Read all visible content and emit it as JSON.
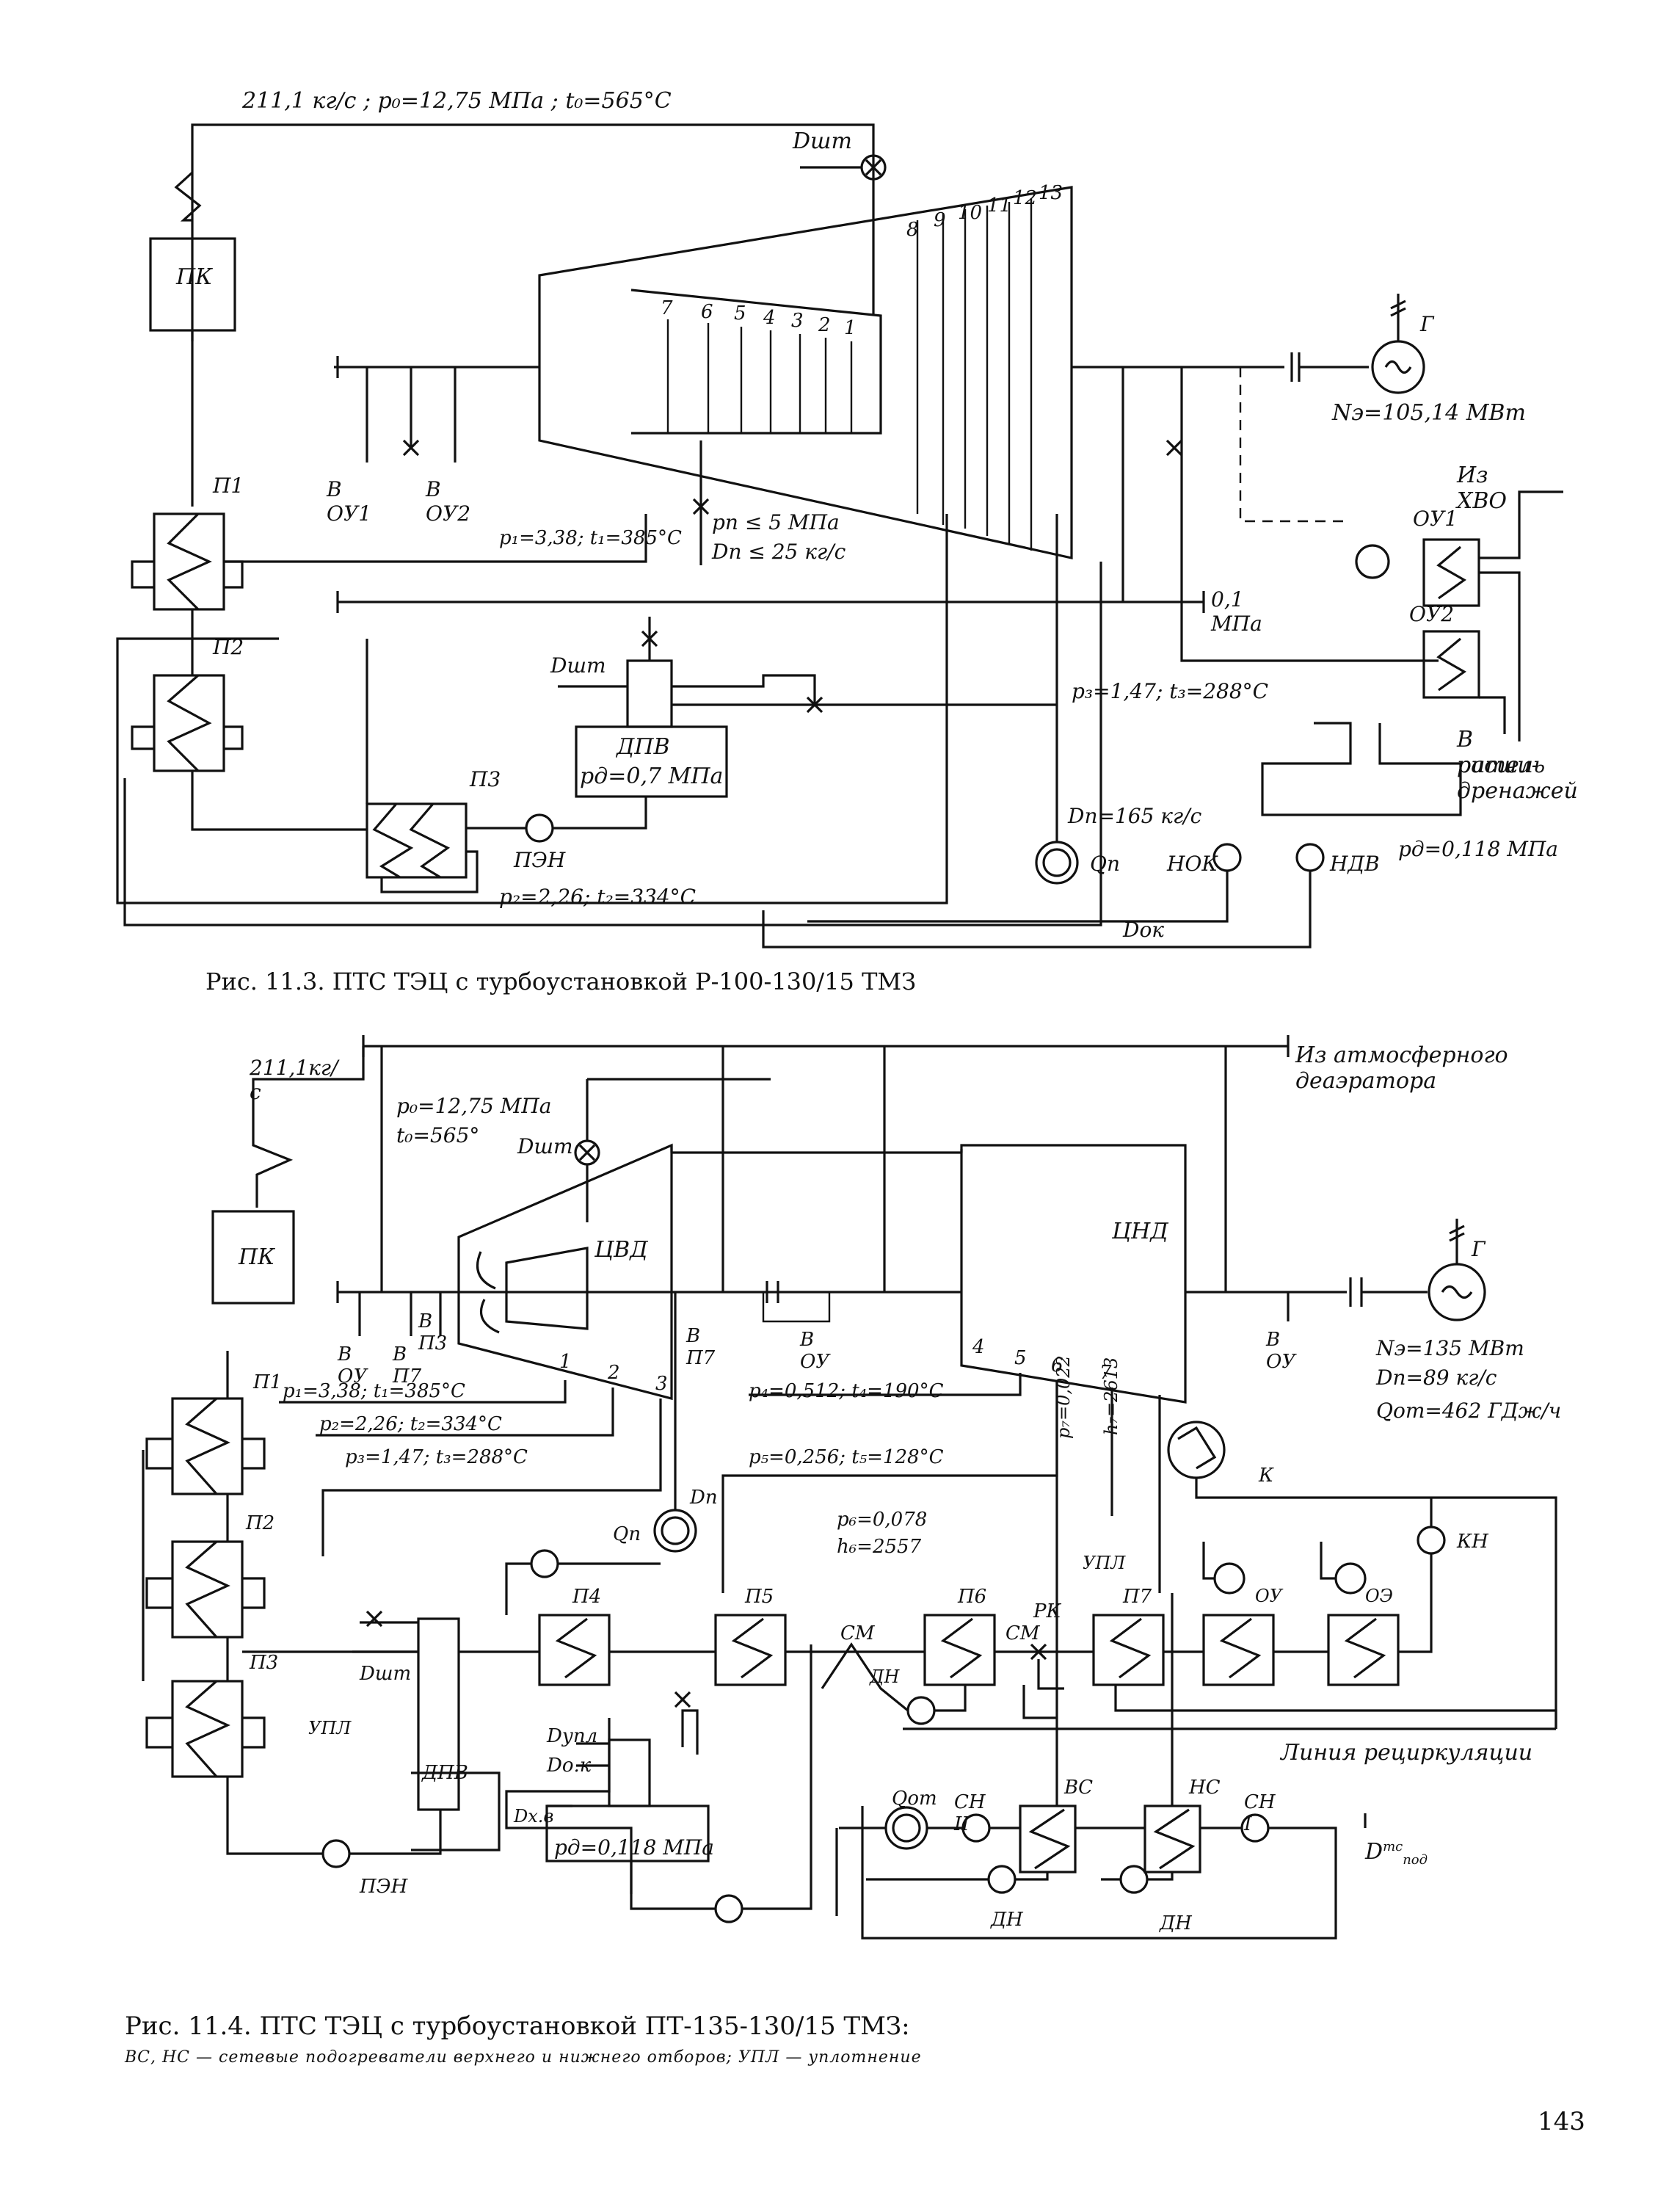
{
  "page_number": "143",
  "fig1": {
    "caption": "Рис. 11.3. ПТС ТЭЦ с турбоустановкой Р-100-130/15 ТМЗ",
    "labels": {
      "steam_main": "211,1 кг/с ;  p₀=12,75 МПа ;  t₀=565°C",
      "d_sht_top": "Dшт",
      "pk": "ПК",
      "p1": "П1",
      "p2": "П2",
      "p3": "П3",
      "stages": [
        "8",
        "9",
        "10",
        "11",
        "12",
        "13"
      ],
      "stages_inner": [
        "7",
        "6",
        "5",
        "4",
        "3",
        "2",
        "1"
      ],
      "v_ou1": "В ОУ1",
      "v_ou2": "В ОУ2",
      "p1_params": "p₁=3,38; t₁=385°C",
      "pp_lim": "pп ≤ 5 МПа",
      "dp_lim": "Dп ≤ 25 кг/с",
      "p01": "0,1 МПа",
      "d_sht": "Dшт",
      "dpv": "ДПВ",
      "pd": "pд=0,7 МПа",
      "pen": "ПЭН",
      "p3_params": "p₃=1,47; t₃=288°C",
      "p2_params": "p₂=2,26; t₂=334°C",
      "dp": "Dп=165 кг/с",
      "qp": "Qп",
      "nok": "НОК",
      "ndv": "НДВ",
      "dok": "Dок",
      "gen": "Г",
      "ne": "Nэ=105,14 МВт",
      "iz_hvo": "Из ХВО",
      "ou1": "ОУ1",
      "ou2": "ОУ2",
      "drain_1": "В расши-",
      "drain_2": "ритель",
      "drain_3": "дренажей",
      "pd2": "pд=0,118 МПа"
    }
  },
  "fig2": {
    "caption": "Рис. 11.4. ПТС ТЭЦ с турбоустановкой ПТ-135-130/15 ТМЗ:",
    "note": "ВС, НС — сетевые подогреватели верхнего и нижнего отборов; УПЛ — уплотнение",
    "labels": {
      "flow": "211,1кг/с",
      "p0": "p₀=12,75 МПа",
      "t0": "t₀=565°",
      "d_sht": "Dшт",
      "iz_atm_1": "Из атмосферного",
      "iz_atm_2": "деаэратора",
      "pk": "ПК",
      "tsvd": "ЦВД",
      "tsnd": "ЦНД",
      "v_p3": "В П3",
      "v_ou_a": "В ОУ",
      "v_p7_a": "В П7",
      "v_p7_b": "В П7",
      "v_ou_b": "В ОУ",
      "v_ou_c": "В ОУ",
      "ext": [
        "1",
        "2",
        "3",
        "4",
        "5",
        "6",
        "7"
      ],
      "p1": "П1",
      "p2": "П2",
      "p3": "П3",
      "p1_params": "p₁=3,38; t₁=385°C",
      "p2_params": "p₂=2,26; t₂=334°C",
      "p3_params": "p₃=1,47; t₃=288°C",
      "p4_params": "p₄=0,512; t₄=190°C",
      "p5_params": "p₅=0,256; t₅=128°C",
      "p6_params": "p₆=0,078",
      "h6": "h₆=2557",
      "p7_params": "p₇=0,022",
      "h7": "h₇=2613",
      "dp": "Dп",
      "qp": "Qп",
      "p4": "П4",
      "p5": "П5",
      "p6": "П6",
      "p7": "П7",
      "sm1": "СМ",
      "sm2": "СМ",
      "rk": "РК",
      "upl": "УПЛ",
      "upl2": "УПЛ",
      "ou": "ОУ",
      "oe": "ОЭ",
      "kn": "КН",
      "k": "К",
      "dn1": "ДН",
      "dn2": "ДН",
      "dn3": "ДН",
      "dpv": "ДПВ",
      "pen": "ПЭН",
      "dupl": "Dупл",
      "dok": "Dо.к",
      "dhv": "Dх.в",
      "pd": "pд=0,118 МПа",
      "qot": "Qот",
      "sn2": "СН II",
      "sn1": "СН I",
      "vs": "ВС",
      "ns": "НС",
      "d_pod": "D",
      "d_pod_sup": "тс",
      "d_pod_sub": "под",
      "recirc": "Линия рециркуляции",
      "gen": "Г",
      "ne": "Nэ=135 МВт",
      "dn_flow": "Dп=89 кг/с",
      "qot_val": "Qот=462 ГДж/ч"
    }
  }
}
